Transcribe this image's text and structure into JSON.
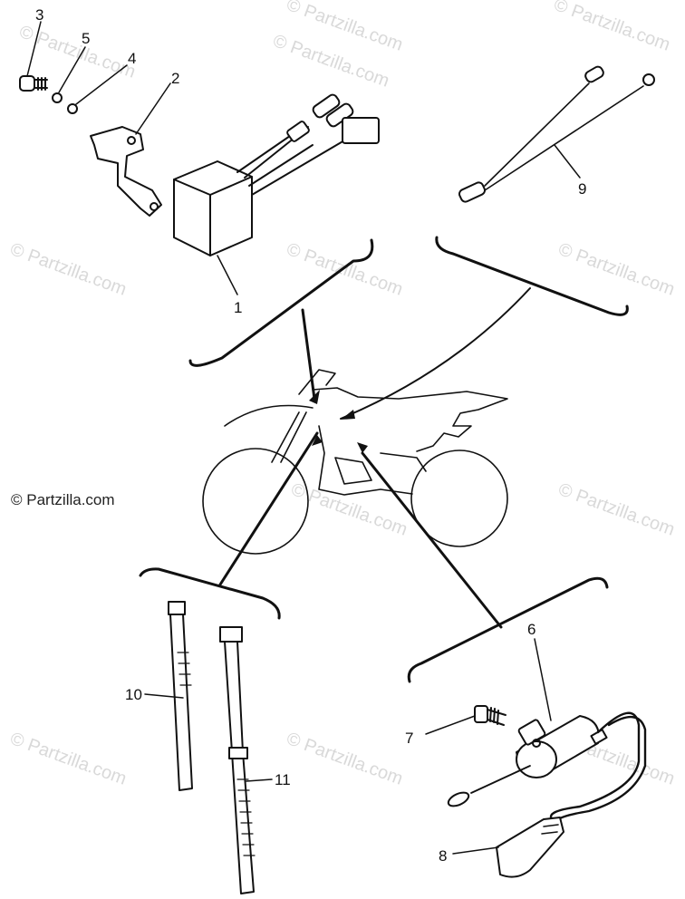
{
  "watermark": "© Partzilla.com",
  "credit_text": "© Partzilla.com",
  "callouts": [
    "1",
    "2",
    "3",
    "4",
    "5",
    "6",
    "7",
    "8",
    "9",
    "10",
    "11"
  ],
  "colors": {
    "line": "#111111",
    "watermark": "#d9d9d9",
    "background": "#ffffff"
  }
}
